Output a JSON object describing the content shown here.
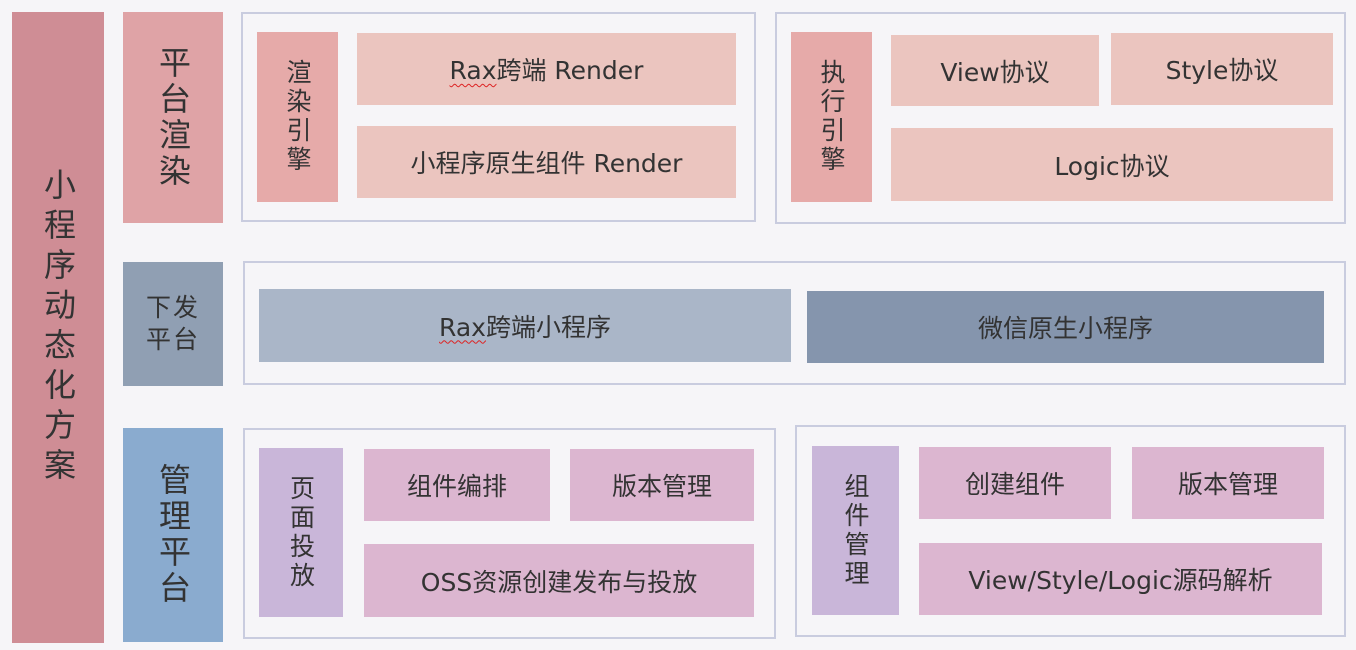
{
  "title": "小程序动态化方案",
  "layers": {
    "render": {
      "label": "平台渲染",
      "render_engine": {
        "label": "渲染引擎",
        "items": [
          "Rax跨端 Render",
          "小程序原生组件 Render"
        ]
      },
      "exec_engine": {
        "label": "执行引擎",
        "items": [
          "View协议",
          "Style协议",
          "Logic协议"
        ]
      }
    },
    "deploy": {
      "label": "下发\n平台",
      "items": [
        "Rax跨端小程序",
        "微信原生小程序"
      ]
    },
    "manage": {
      "label": "管理平台",
      "page_publish": {
        "label": "页面投放",
        "items": [
          "组件编排",
          "版本管理",
          "OSS资源创建发布与投放"
        ]
      },
      "component_mgmt": {
        "label": "组件管理",
        "items": [
          "创建组件",
          "版本管理",
          "View/Style/Logic源码解析"
        ]
      }
    }
  },
  "colors": {
    "title_bar": "#cf8d95",
    "render_layer": "#dfa3a6",
    "engine": "#e6aaa9",
    "render_item": "#ebc5bf",
    "deploy_layer": "#909fb3",
    "deploy_rax": "#aab6c8",
    "deploy_wechat": "#8595ad",
    "manage_layer": "#8aabcf",
    "manage_group": "#c9b6d9",
    "manage_item": "#dcb6d0",
    "frame_border": "#c9ccdf"
  }
}
